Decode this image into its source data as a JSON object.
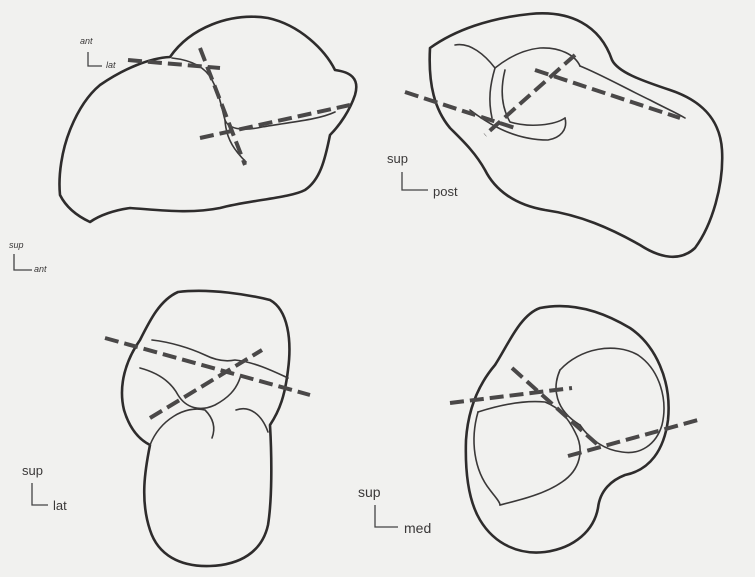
{
  "orientation_labels": {
    "top_left": {
      "vertical": "ant",
      "horizontal": "lat"
    },
    "mid_left": {
      "vertical": "sup",
      "horizontal": "ant"
    },
    "top_right": {
      "vertical": "sup",
      "horizontal": "post"
    },
    "bottom_left": {
      "vertical": "sup",
      "horizontal": "lat"
    },
    "bottom_right": {
      "vertical": "sup",
      "horizontal": "med"
    }
  },
  "colors": {
    "background": "#f1f1ef",
    "ink": "#2e2c2c",
    "dash": "#4a4848"
  }
}
